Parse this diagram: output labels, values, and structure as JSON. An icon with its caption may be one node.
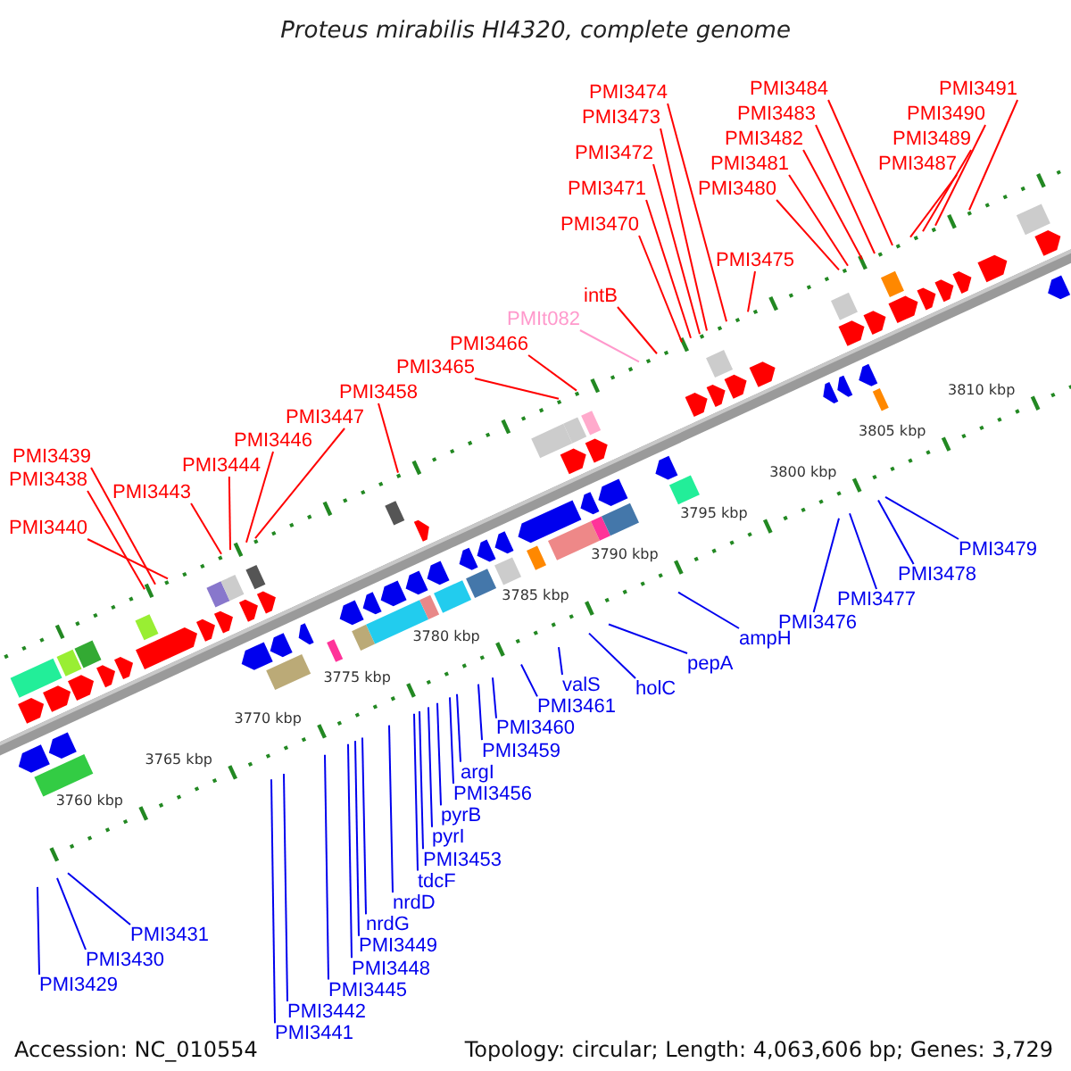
{
  "diagram": {
    "title": "Proteus mirabilis HI4320, complete genome",
    "nodes": [
      {
        "text": [
          "PMI3439"
        ]
      },
      {
        "text": [
          "PMI3438"
        ]
      },
      {
        "text": [
          "PMI3440"
        ]
      },
      {
        "text": [
          "PMI3443"
        ]
      },
      {
        "text": [
          "PMI3444"
        ]
      },
      {
        "text": [
          "PMI3446"
        ]
      },
      {
        "text": [
          "PMI3447"
        ]
      },
      {
        "text": [
          "PMI3458"
        ]
      },
      {
        "text": [
          "PMI3465"
        ]
      },
      {
        "text": [
          "PMI3466"
        ]
      },
      {
        "text": [
          "PMIt082"
        ]
      },
      {
        "text": [
          "intB"
        ]
      },
      {
        "text": [
          "PMI3470"
        ]
      },
      {
        "text": [
          "PMI3471"
        ]
      },
      {
        "text": [
          "PMI3472"
        ]
      },
      {
        "text": [
          "PMI3473"
        ]
      },
      {
        "text": [
          "PMI3474"
        ]
      },
      {
        "text": [
          "PMI3475"
        ]
      },
      {
        "text": [
          "PMI3480"
        ]
      },
      {
        "text": [
          "PMI3481"
        ]
      },
      {
        "text": [
          "PMI3482"
        ]
      },
      {
        "text": [
          "PMI3483"
        ]
      },
      {
        "text": [
          "PMI3484"
        ]
      },
      {
        "text": [
          "PMI3487"
        ]
      },
      {
        "text": [
          "PMI3489"
        ]
      },
      {
        "text": [
          "PMI3490"
        ]
      },
      {
        "text": [
          "PMI3491"
        ]
      },
      {
        "text": [
          "PMI3429"
        ]
      },
      {
        "text": [
          "PMI3430"
        ]
      },
      {
        "text": [
          "PMI3431"
        ]
      },
      {
        "text": [
          "PMI3441"
        ]
      },
      {
        "text": [
          "PMI3442"
        ]
      },
      {
        "text": [
          "PMI3445"
        ]
      },
      {
        "text": [
          "PMI3448"
        ]
      },
      {
        "text": [
          "PMI3449"
        ]
      },
      {
        "text": [
          "nrdG"
        ]
      },
      {
        "text": [
          "nrdD"
        ]
      },
      {
        "text": [
          "PMI3453"
        ]
      },
      {
        "text": [
          "tdcF"
        ]
      },
      {
        "text": [
          "pyrI"
        ]
      },
      {
        "text": [
          "pyrB"
        ]
      },
      {
        "text": [
          "PMI3456"
        ]
      },
      {
        "text": [
          "argI"
        ]
      },
      {
        "text": [
          "PMI3459"
        ]
      },
      {
        "text": [
          "PMI3460"
        ]
      },
      {
        "text": [
          "PMI3461"
        ]
      },
      {
        "text": [
          "valS"
        ]
      },
      {
        "text": [
          "holC"
        ]
      },
      {
        "text": [
          "pepA"
        ]
      },
      {
        "text": [
          "ampH"
        ]
      },
      {
        "text": [
          "PMI3476"
        ]
      },
      {
        "text": [
          "PMI3477"
        ]
      },
      {
        "text": [
          "PMI3478"
        ]
      },
      {
        "text": [
          "PMI3479"
        ]
      }
    ],
    "edges": [
      {
        "from": 0,
        "to": null,
        "arrow": "none",
        "color": "#ff0000"
      },
      {
        "from": 1,
        "to": null,
        "arrow": "none",
        "color": "#ff0000"
      },
      {
        "from": 2,
        "to": null,
        "arrow": "none",
        "color": "#ff0000"
      },
      {
        "from": 3,
        "to": null,
        "arrow": "none",
        "color": "#ff0000"
      },
      {
        "from": 4,
        "to": null,
        "arrow": "none",
        "color": "#ff0000"
      },
      {
        "from": 5,
        "to": null,
        "arrow": "none",
        "color": "#ff0000"
      },
      {
        "from": 6,
        "to": null,
        "arrow": "none",
        "color": "#ff0000"
      },
      {
        "from": 7,
        "to": null,
        "arrow": "none",
        "color": "#ff0000"
      },
      {
        "from": 8,
        "to": null,
        "arrow": "none",
        "color": "#ff0000"
      },
      {
        "from": 9,
        "to": null,
        "arrow": "none",
        "color": "#ff0000"
      },
      {
        "from": 10,
        "to": null,
        "arrow": "none",
        "color": "#ff99cc"
      },
      {
        "from": 11,
        "to": null,
        "arrow": "none",
        "color": "#ff0000"
      },
      {
        "from": 12,
        "to": null,
        "arrow": "none",
        "color": "#ff0000"
      },
      {
        "from": 13,
        "to": null,
        "arrow": "none",
        "color": "#ff0000"
      },
      {
        "from": 14,
        "to": null,
        "arrow": "none",
        "color": "#ff0000"
      },
      {
        "from": 15,
        "to": null,
        "arrow": "none",
        "color": "#ff0000"
      },
      {
        "from": 16,
        "to": null,
        "arrow": "none",
        "color": "#ff0000"
      },
      {
        "from": 17,
        "to": null,
        "arrow": "none",
        "color": "#ff0000"
      },
      {
        "from": 18,
        "to": null,
        "arrow": "none",
        "color": "#ff0000"
      },
      {
        "from": 19,
        "to": null,
        "arrow": "none",
        "color": "#ff0000"
      },
      {
        "from": 20,
        "to": null,
        "arrow": "none",
        "color": "#ff0000"
      },
      {
        "from": 21,
        "to": null,
        "arrow": "none",
        "color": "#ff0000"
      },
      {
        "from": 22,
        "to": null,
        "arrow": "none",
        "color": "#ff0000"
      },
      {
        "from": 23,
        "to": null,
        "arrow": "none",
        "color": "#ff0000"
      },
      {
        "from": 24,
        "to": null,
        "arrow": "none",
        "color": "#ff0000"
      },
      {
        "from": 25,
        "to": null,
        "arrow": "none",
        "color": "#ff0000"
      },
      {
        "from": 26,
        "to": null,
        "arrow": "none",
        "color": "#ff0000"
      },
      {
        "from": 27,
        "to": null,
        "arrow": "none"
      },
      {
        "from": 28,
        "to": null,
        "arrow": "none"
      },
      {
        "from": 29,
        "to": null,
        "arrow": "none"
      },
      {
        "from": 30,
        "to": null,
        "arrow": "none"
      },
      {
        "from": 31,
        "to": null,
        "arrow": "none"
      },
      {
        "from": 32,
        "to": null,
        "arrow": "none"
      },
      {
        "from": 33,
        "to": null,
        "arrow": "none"
      },
      {
        "from": 34,
        "to": null,
        "arrow": "none"
      },
      {
        "from": 35,
        "to": null,
        "arrow": "none"
      },
      {
        "from": 36,
        "to": null,
        "arrow": "none"
      },
      {
        "from": 37,
        "to": null,
        "arrow": "none"
      },
      {
        "from": 38,
        "to": null,
        "arrow": "none"
      },
      {
        "from": 39,
        "to": null,
        "arrow": "none"
      },
      {
        "from": 40,
        "to": null,
        "arrow": "none"
      },
      {
        "from": 41,
        "to": null,
        "arrow": "none"
      },
      {
        "from": 42,
        "to": null,
        "arrow": "none"
      },
      {
        "from": 43,
        "to": null,
        "arrow": "none"
      },
      {
        "from": 44,
        "to": null,
        "arrow": "none"
      },
      {
        "from": 45,
        "to": null,
        "arrow": "none"
      },
      {
        "from": 46,
        "to": null,
        "arrow": "none"
      },
      {
        "from": 47,
        "to": null,
        "arrow": "none"
      },
      {
        "from": 48,
        "to": null,
        "arrow": "none"
      },
      {
        "from": 49,
        "to": null,
        "arrow": "none"
      },
      {
        "from": 50,
        "to": null,
        "arrow": "none"
      },
      {
        "from": 51,
        "to": null,
        "arrow": "none"
      },
      {
        "from": 52,
        "to": null,
        "arrow": "none"
      },
      {
        "from": 53,
        "to": null,
        "arrow": "none"
      }
    ],
    "labels": [
      "3760 kbp",
      "3765 kbp",
      "3770 kbp",
      "3775 kbp",
      "3780 kbp",
      "3785 kbp",
      "3790 kbp",
      "3795 kbp",
      "3800 kbp",
      "3805 kbp",
      "3810 kbp",
      "Accession: NC_010554",
      "Topology: circular; Length: 4,063,606 bp; Genes: 3,729"
    ]
  }
}
